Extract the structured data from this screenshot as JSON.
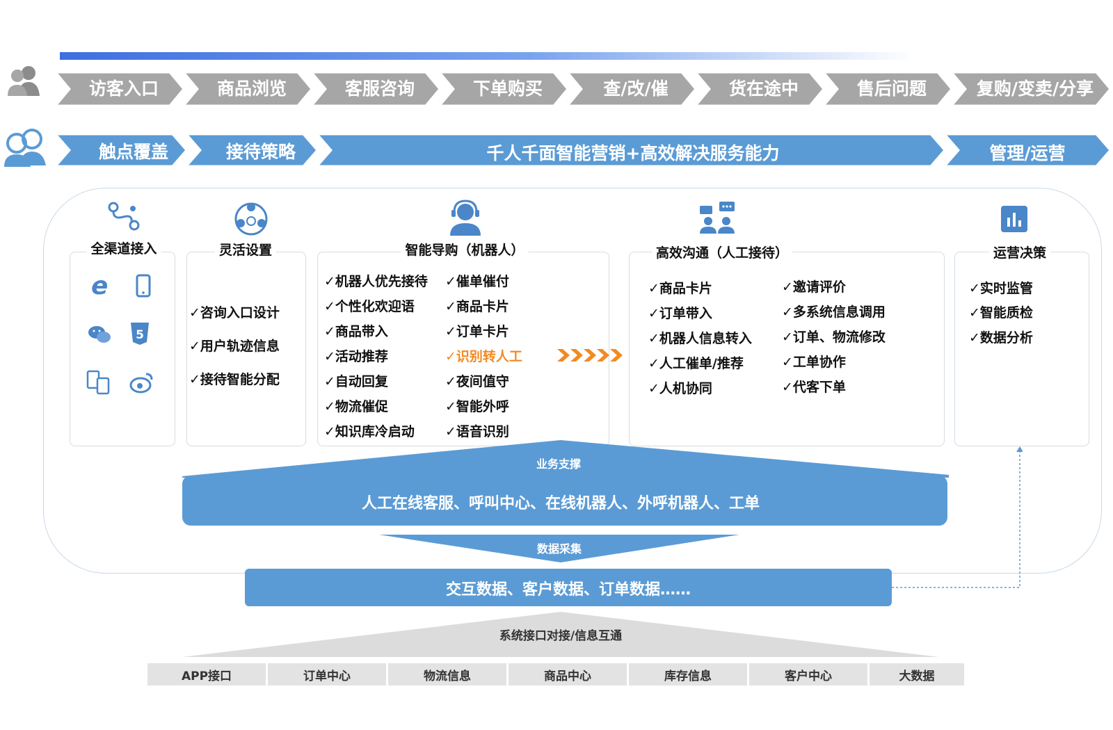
{
  "journey": {
    "steps": [
      "访客入口",
      "商品浏览",
      "客服咨询",
      "下单购买",
      "查/改/催",
      "货在途中",
      "售后问题",
      "复购/变卖/分享"
    ]
  },
  "service": {
    "steps": [
      "触点覆盖",
      "接待策略",
      "千人千面智能营销+高效解决服务能力",
      "管理/运营"
    ]
  },
  "boxes": {
    "channel": {
      "title": "全渠道接入"
    },
    "flexible": {
      "title": "灵活设置",
      "items": [
        "✓咨询入口设计",
        "✓用户轨迹信息",
        "✓接待智能分配"
      ]
    },
    "robot": {
      "title": "智能导购（机器人）",
      "col1": [
        "✓机器人优先接待",
        "✓个性化欢迎语",
        "✓商品带入",
        "✓活动推荐",
        "✓自动回复",
        "✓物流催促",
        "✓知识库冷启动"
      ],
      "col2": [
        "✓催单催付",
        "✓商品卡片",
        "✓订单卡片",
        "✓识别转人工",
        "✓夜间值守",
        "✓智能外呼",
        "✓语音识别"
      ],
      "highlight": "✓识别转人工"
    },
    "human": {
      "title": "高效沟通（人工接待）",
      "col1": [
        "✓商品卡片",
        "✓订单带入",
        "✓机器人信息转入",
        "✓人工催单/推荐",
        "✓人机协同"
      ],
      "col2": [
        "✓邀请评价",
        "✓多系统信息调用",
        "✓订单、物流修改",
        "✓工单协作",
        "✓代客下单"
      ]
    },
    "ops": {
      "title": "运营决策",
      "items": [
        "✓实时监管",
        "✓智能质检",
        "✓数据分析"
      ]
    }
  },
  "support": {
    "label": "业务支撑",
    "band": "人工在线客服、呼叫中心、在线机器人、外呼机器人、工单"
  },
  "collect": {
    "label": "数据采集",
    "band": "交互数据、客户数据、订单数据……"
  },
  "interface": {
    "label": "系统接口对接/信息互通",
    "cells": [
      "APP接口",
      "订单中心",
      "物流信息",
      "商品中心",
      "库存信息",
      "客户中心",
      "大数据"
    ]
  },
  "colors": {
    "gray_arrow": "#a6a6a6",
    "blue_arrow": "#5b9bd5",
    "band_blue": "#5b9bd5",
    "highlight": "#f28a22",
    "icon_blue": "#4a86c8"
  }
}
